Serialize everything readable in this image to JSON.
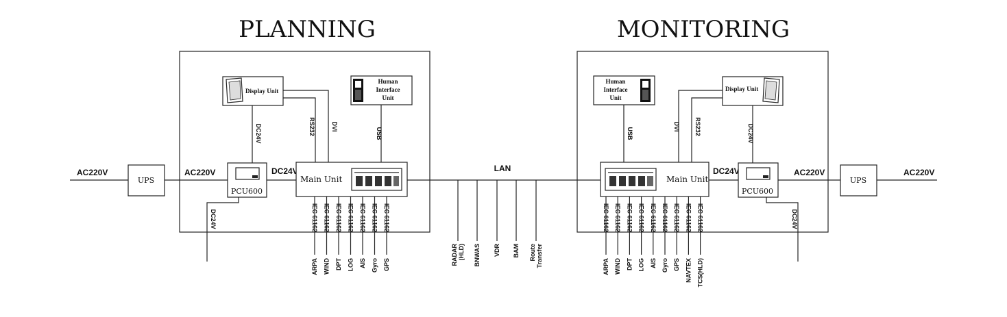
{
  "planning": {
    "title": "PLANNING",
    "ac_in": "AC220V",
    "ups": "UPS",
    "ac_mid": "AC220V",
    "pcu": "PCU600",
    "dc_main": "DC24V",
    "main_unit": "Main Unit",
    "display_unit": "Display Unit",
    "hiu": [
      "Human",
      "Interface",
      "Unit"
    ],
    "wire_dc": "DC24V",
    "wire_rs232": "RS232",
    "wire_dvi": "DVI",
    "wire_usb": "USB",
    "wire_dc_lower": "DC24V",
    "iec": [
      "IEC 61162",
      "IEC 61162",
      "IEC 61162",
      "IEC 61162",
      "IEC 61162",
      "IEC 61162",
      "IEC 61162"
    ],
    "sensors": [
      "ARPA",
      "WIND",
      "DPT",
      "LOG",
      "AIS",
      "Gyro",
      "GPS"
    ]
  },
  "monitoring": {
    "title": "MONITORING",
    "ac_out": "AC220V",
    "ups": "UPS",
    "ac_mid": "AC220V",
    "pcu": "PCU600",
    "dc_main": "DC24V",
    "main_unit": "Main Unit",
    "display_unit": "Display Unit",
    "hiu": [
      "Human",
      "Interface",
      "Unit"
    ],
    "wire_dc": "DC24V",
    "wire_rs232": "RS232",
    "wire_dvi": "DVI",
    "wire_usb": "USB",
    "wire_dc_lower": "DC24V",
    "iec": [
      "IEC 61162",
      "IEC 61162",
      "IEC 61162",
      "IEC 61162",
      "IEC 61162",
      "IEC 61162",
      "IEC 61162",
      "IEC 61162",
      "IEC 61162"
    ],
    "sensors": [
      "ARPA",
      "WIND",
      "DPT",
      "LOG",
      "AIS",
      "Gyro",
      "GPS",
      "NAVTEX",
      "TCS(HLD)"
    ]
  },
  "lan": {
    "label": "LAN",
    "drops": [
      "RADAR\n(HLD)",
      "BNWAS",
      "VDR",
      "BAM",
      "Route\nTransfer"
    ]
  }
}
